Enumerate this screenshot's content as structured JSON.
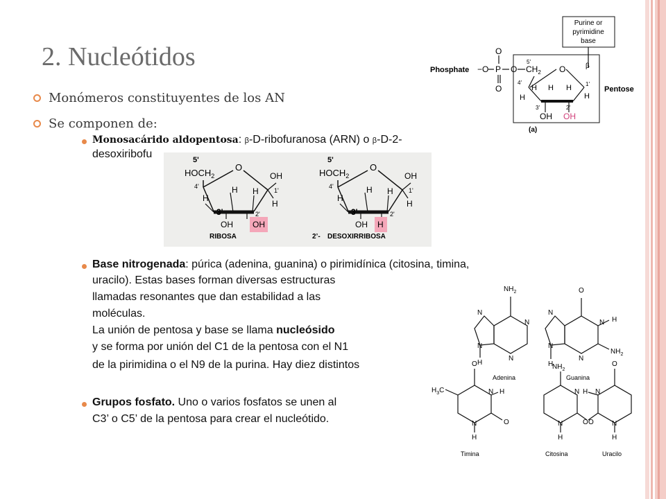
{
  "slide": {
    "title": "2. Nucleótidos",
    "bullets": [
      "Monómeros constituyentes de los AN",
      "Se componen de:"
    ],
    "sub1": {
      "bold": "Monosacárido aldopentosa",
      "rest1": ": ",
      "beta1": "β",
      "rest2": "-D-ribofuranosa (ARN) o ",
      "beta2": "β",
      "rest3": "-D-2-",
      "line2": "desoxiribofu"
    },
    "sub2": {
      "bold": "Base nitrogenada",
      "rest": ": púrica (adenina, guanina) o pirimidínica (citosina, timina,",
      "lines": [
        "uracilo). Estas bases forman diversas estructuras",
        "llamadas resonantes que dan estabilidad a las",
        "moléculas."
      ],
      "line_union_pre": "La unión de pentosa y base se llama ",
      "line_union_bold": "nucleósido",
      "lines2": [
        "y se forma por unión del C1 de la pentosa con el N1",
        "de la pirimidina o el N9 de la purina. Hay diez distintos"
      ]
    },
    "sub3": {
      "bold": "Grupos fosfato.",
      "rest": " Uno o varios fosfatos se unen al",
      "line2": "C3’ o C5’ de la pentosa para crear el nucleótido."
    }
  },
  "nucleotide_figure": {
    "base_box": [
      "Purine or",
      "pyrimidine",
      "base"
    ],
    "phosphate": "Phosphate",
    "pentose": "Pentose",
    "beta": "β",
    "p_label": "P",
    "o_label": "O",
    "ch2": "CH",
    "ch2_sub": "2",
    "minus_o": "−O",
    "o_minus": "O",
    "oh": "OH",
    "oh_pink": "OH",
    "h": "H",
    "primes": [
      "5′",
      "4′",
      "1′",
      "3′",
      "2′"
    ],
    "caption": "(a)"
  },
  "sugar_figure": {
    "ribosa_label": "RIBOSA",
    "desoxi_label": "DESOXIRRIBOSA",
    "desoxi_prefix": "2’-",
    "five": "5'",
    "three": "3'",
    "hoch2": "HOCH",
    "hoch2_sub": "2",
    "o": "O",
    "oh": "OH",
    "h": "H",
    "primes": [
      "4'",
      "1'",
      "2'"
    ]
  },
  "bases_figure": {
    "names": [
      "Adenina",
      "Guanina",
      "Timina",
      "Citosina",
      "Uracilo"
    ],
    "nh2": "NH",
    "nh2_sub": "2",
    "n": "N",
    "h": "H",
    "o": "O",
    "h3c": "H",
    "h3c_sub": "3",
    "h3c_c": "C"
  },
  "colors": {
    "accent": "#e8894a",
    "title": "#6b6b6b",
    "pink": "#e77fa5",
    "pink_fill": "#f4a7b9",
    "stripe": "#f4cdc7"
  }
}
